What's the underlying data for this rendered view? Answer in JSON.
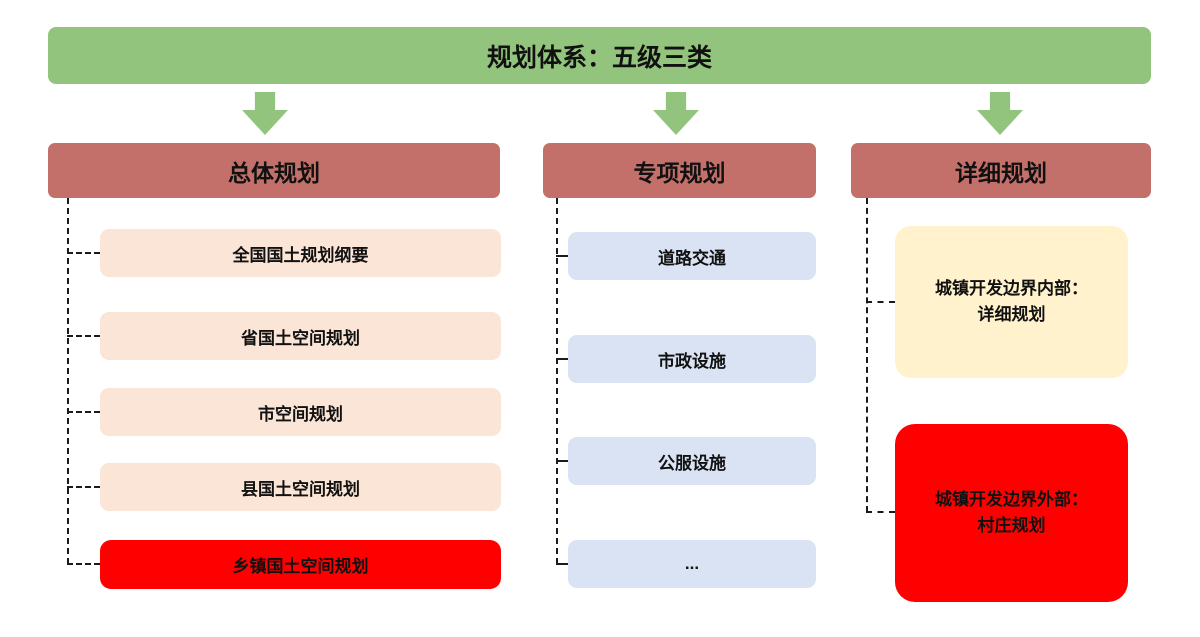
{
  "title": "规划体系：五级三类",
  "columns": [
    {
      "header": "总体规划",
      "items": [
        {
          "label": "全国国土规划纲要"
        },
        {
          "label": "省国土空间规划"
        },
        {
          "label": "市空间规划"
        },
        {
          "label": "县国土空间规划"
        },
        {
          "label": "乡镇国土空间规划"
        }
      ]
    },
    {
      "header": "专项规划",
      "items": [
        {
          "label": "道路交通"
        },
        {
          "label": "市政设施"
        },
        {
          "label": "公服设施"
        },
        {
          "label": "..."
        }
      ]
    },
    {
      "header": "详细规划",
      "items": [
        {
          "label_line1": "城镇开发边界内部：",
          "label_line2": "详细规划"
        },
        {
          "label_line1": "城镇开发边界外部：",
          "label_line2": "村庄规划"
        }
      ]
    }
  ],
  "colors": {
    "green": "#93c47d",
    "header_red": "#c4706a",
    "peach": "#fbe5d6",
    "blue": "#dae3f3",
    "yellow": "#fff2cc",
    "red": "#ff0000"
  }
}
